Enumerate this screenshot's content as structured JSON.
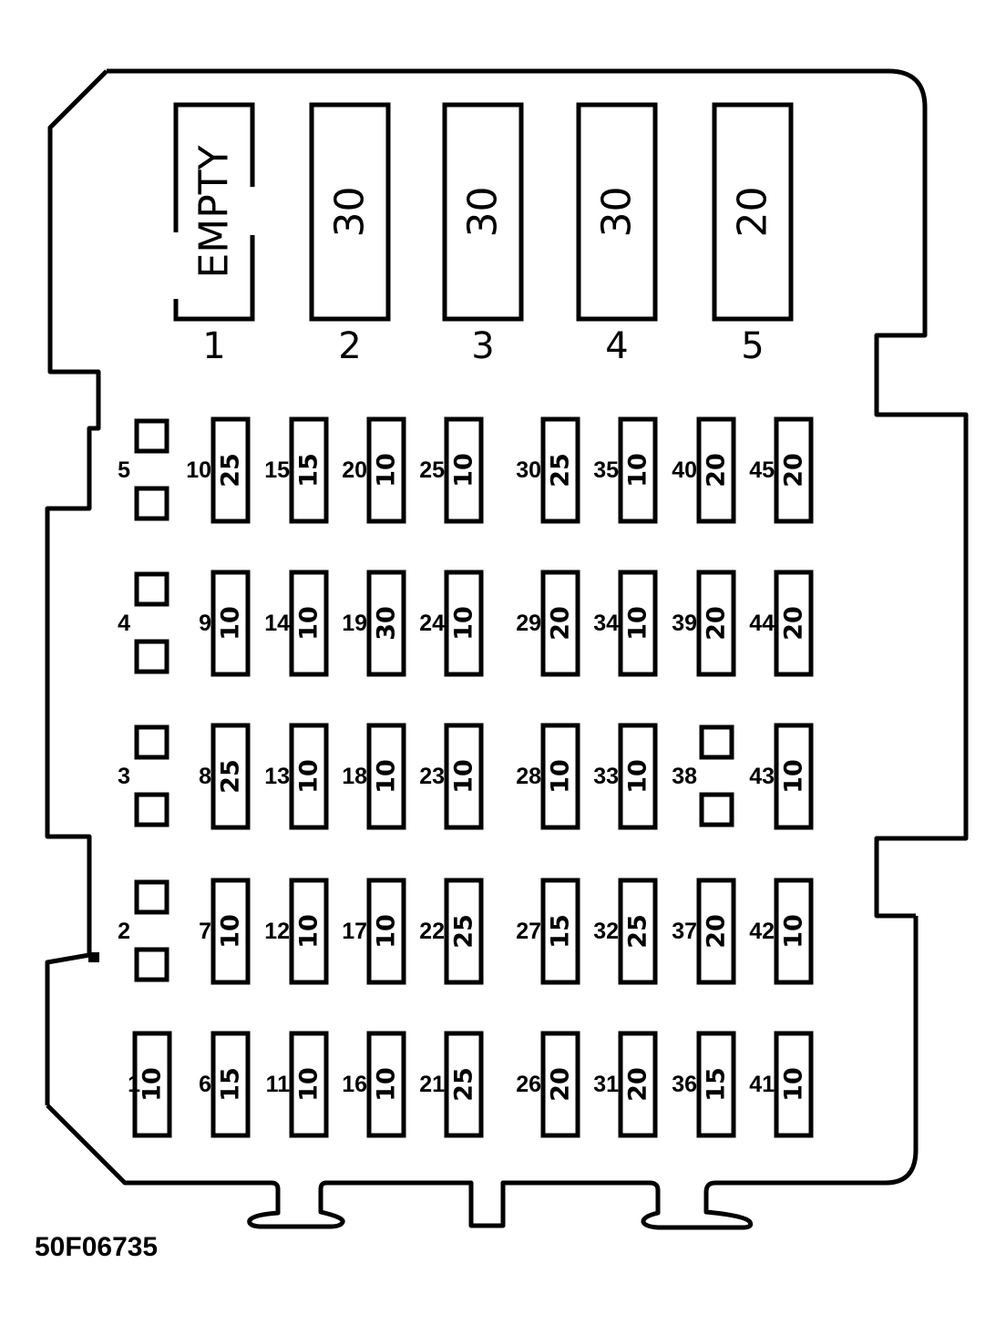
{
  "large_fuses": [
    {
      "number": "1",
      "value": "EMPTY"
    },
    {
      "number": "2",
      "value": "30"
    },
    {
      "number": "3",
      "value": "30"
    },
    {
      "number": "4",
      "value": "30"
    },
    {
      "number": "5",
      "value": "20"
    }
  ],
  "relay_labels": [
    "5",
    "4",
    "3",
    "2"
  ],
  "fuse_rows": [
    [
      {
        "number": "10",
        "value": "25"
      },
      {
        "number": "15",
        "value": "15"
      },
      {
        "number": "20",
        "value": "10"
      },
      {
        "number": "25",
        "value": "10"
      },
      {
        "number": "30",
        "value": "25"
      },
      {
        "number": "35",
        "value": "10"
      },
      {
        "number": "40",
        "value": "20"
      },
      {
        "number": "45",
        "value": "20"
      }
    ],
    [
      {
        "number": "9",
        "value": "10"
      },
      {
        "number": "14",
        "value": "10"
      },
      {
        "number": "19",
        "value": "30"
      },
      {
        "number": "24",
        "value": "10"
      },
      {
        "number": "29",
        "value": "20"
      },
      {
        "number": "34",
        "value": "10"
      },
      {
        "number": "39",
        "value": "20"
      },
      {
        "number": "44",
        "value": "20"
      }
    ],
    [
      {
        "number": "8",
        "value": "25"
      },
      {
        "number": "13",
        "value": "10"
      },
      {
        "number": "18",
        "value": "10"
      },
      {
        "number": "23",
        "value": "10"
      },
      {
        "number": "28",
        "value": "10"
      },
      {
        "number": "33",
        "value": "10"
      },
      {
        "number": "38",
        "value": ""
      },
      {
        "number": "43",
        "value": "10"
      }
    ],
    [
      {
        "number": "7",
        "value": "10"
      },
      {
        "number": "12",
        "value": "10"
      },
      {
        "number": "17",
        "value": "10"
      },
      {
        "number": "22",
        "value": "25"
      },
      {
        "number": "27",
        "value": "15"
      },
      {
        "number": "32",
        "value": "25"
      },
      {
        "number": "37",
        "value": "20"
      },
      {
        "number": "42",
        "value": "10"
      }
    ],
    [
      {
        "number": "1",
        "value": "10"
      },
      {
        "number": "6",
        "value": "15"
      },
      {
        "number": "11",
        "value": "10"
      },
      {
        "number": "16",
        "value": "10"
      },
      {
        "number": "21",
        "value": "25"
      },
      {
        "number": "26",
        "value": "20"
      },
      {
        "number": "31",
        "value": "20"
      },
      {
        "number": "36",
        "value": "15"
      },
      {
        "number": "41",
        "value": "10"
      }
    ]
  ],
  "caption": "50F06735",
  "colors": {
    "ink": "#000000",
    "paper": "#ffffff"
  }
}
